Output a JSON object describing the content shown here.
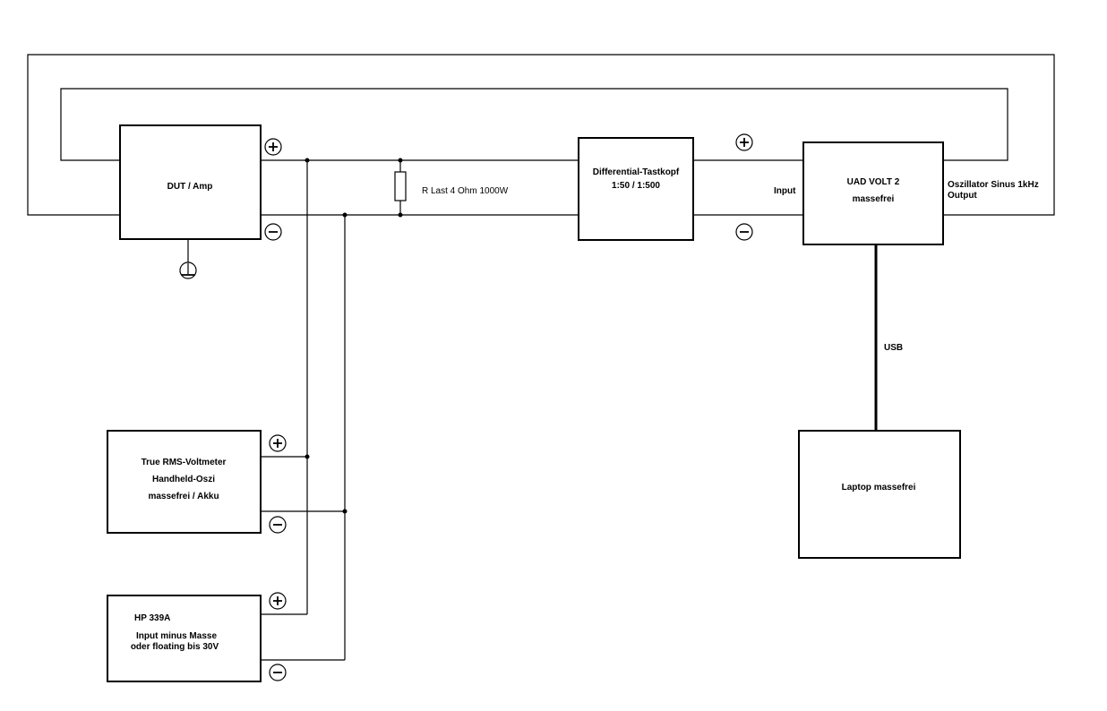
{
  "components": {
    "dut": {
      "label": "DUT / Amp"
    },
    "load": {
      "label": "R Last 4 Ohm 1000W"
    },
    "probe": {
      "line1": "Differential-Tastkopf",
      "line2": "1:50 / 1:500"
    },
    "uad": {
      "line1": "UAD VOLT 2",
      "line2": "massefrei",
      "input_label": "Input",
      "output_line1": "Oszillator Sinus 1kHz",
      "output_line2": "Output"
    },
    "usb": {
      "label": "USB"
    },
    "laptop": {
      "label": "Laptop massefrei"
    },
    "voltmeter": {
      "line1": "True RMS-Voltmeter",
      "line2": "Handheld-Oszi",
      "line3": "massefrei / Akku"
    },
    "hp": {
      "line1": "HP 339A",
      "line2": "Input minus Masse",
      "line3": "oder floating bis 30V"
    }
  },
  "colors": {
    "line": "#000000",
    "background": "#ffffff"
  },
  "icons": {
    "ground": "ground-icon",
    "plus": "plus-terminal-icon",
    "minus": "minus-terminal-icon"
  }
}
